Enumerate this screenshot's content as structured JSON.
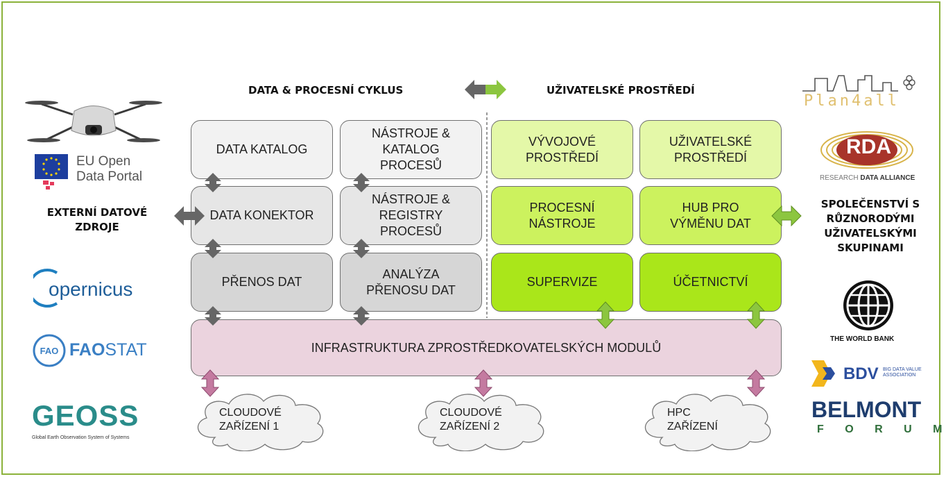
{
  "headers": {
    "left": "DATA & PROCESNÍ CYKLUS",
    "right": "UŽIVATELSKÉ PROSTŘEDÍ"
  },
  "boxes": {
    "data_katalog": "DATA KATALOG",
    "nastroje_katalog": "NÁSTROJE &\nKATALOG\nPROCESŮ",
    "vyvojove": "VÝVOJOVÉ\nPROSTŘEDÍ",
    "uzivatelske": "UŽIVATELSKÉ\nPROSTŘEDÍ",
    "data_konektor": "DATA KONEKTOR",
    "nastroje_registry": "NÁSTROJE &\nREGISTRY\nPROCESŮ",
    "procesni_nastroje": "PROCESNÍ\nNÁSTROJE",
    "hub": "HUB PRO\nVÝMĚNU DAT",
    "prenos_dat": "PŘENOS DAT",
    "analyza": "ANALÝZA\nPŘENOSU DAT",
    "supervize": "SUPERVIZE",
    "ucetnictvi": "ÚČETNICTVÍ"
  },
  "infra": "INFRASTRUKTURA ZPROSTŘEDKOVATELSKÝCH MODULŮ",
  "clouds": {
    "c1": "CLOUDOVÉ\nZAŘÍZENÍ 1",
    "c2": "CLOUDOVÉ\nZAŘÍZENÍ 2",
    "c3": "HPC\nZAŘÍZENÍ"
  },
  "left_label": "EXTERNÍ DATOVÉ\nZDROJE",
  "right_label": "SPOLEČENSTVÍ S\nRŮZNORODÝMI\nUŽIVATELSKÝMI\nSKUPINAMI",
  "logos": {
    "eu_line1": "EU Open",
    "eu_line2": "Data Portal",
    "copernicus": "opernicus",
    "fao_bold": "FAO",
    "fao_rest": "STAT",
    "geoss": "GEOSS",
    "geoss_sub": "Global Earth Observation System of Systems",
    "plan4all": "Plan4all",
    "rda": "RDA",
    "rda_sub_1": "RESEARCH ",
    "rda_sub_2": "DATA ALLIANCE",
    "worldbank": "THE WORLD BANK",
    "bdv": "BDV",
    "bdv_sub": "BIG DATA VALUE\nASSOCIATION",
    "belmont": "BELMONT",
    "forum": "F O R U M"
  },
  "colors": {
    "frame": "#8bb23a",
    "arrow_dark": "#666666",
    "arrow_green": "#8cc63f",
    "arrow_pink": "#c47aa0",
    "infra": "#ebd3de"
  }
}
